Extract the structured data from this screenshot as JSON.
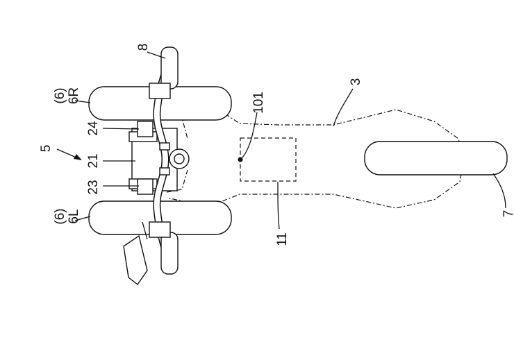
{
  "labels": {
    "l8": "8",
    "l6r_paren": "(6)",
    "l6r": "6R",
    "l101": "101",
    "l3": "3",
    "l24": "24",
    "l5": "5",
    "l21": "21",
    "l23": "23",
    "l6l_paren": "(6)",
    "l6l": "6L",
    "l11": "11",
    "l7": "7"
  }
}
